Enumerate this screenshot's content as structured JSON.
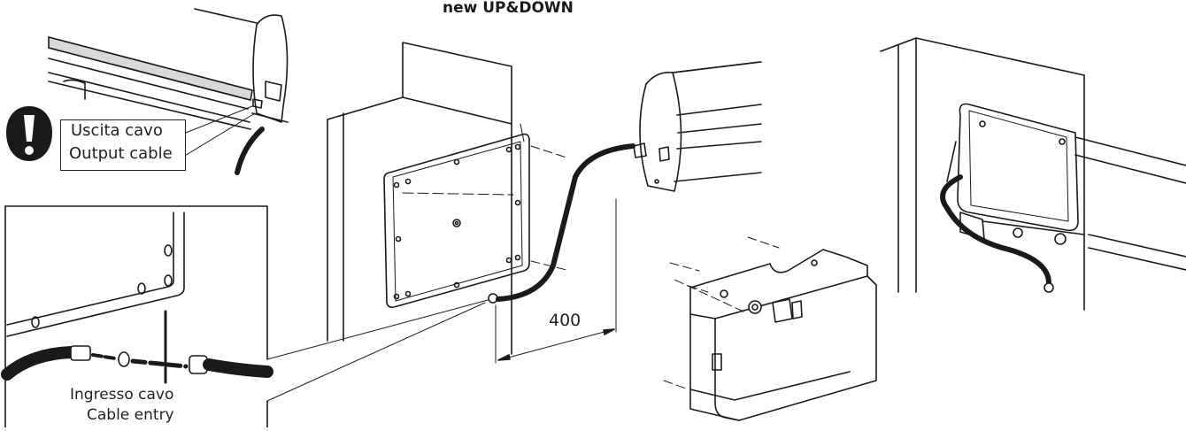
{
  "title": "new UP&DOWN",
  "labels": {
    "output_cable_it": "Uscita cavo",
    "output_cable_en": "Output cable",
    "cable_entry_it": "Ingresso cavo",
    "cable_entry_en": "Cable entry",
    "dimension": "400"
  },
  "icons": {
    "warning": "exclamation-icon"
  },
  "colors": {
    "line": "#1a1a1a",
    "profile_fill": "#e8e8e8"
  }
}
